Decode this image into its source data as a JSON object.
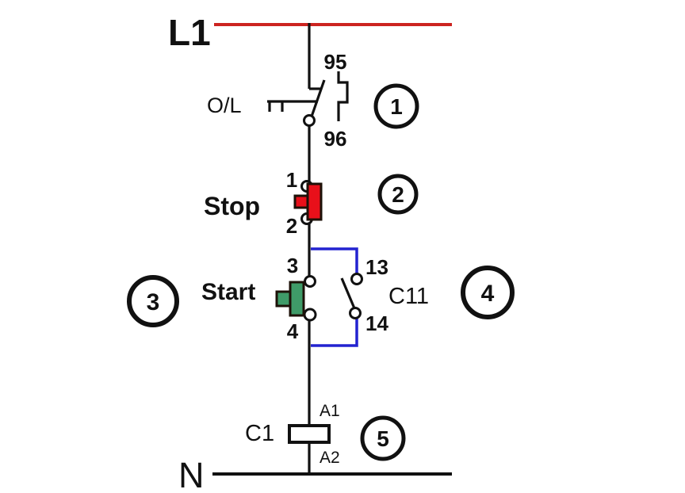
{
  "rails": {
    "top": "L1",
    "bottom": "N"
  },
  "overload": {
    "label": "O/L",
    "terminal_top": "95",
    "terminal_bottom": "96"
  },
  "stop_button": {
    "label": "Stop",
    "terminal_top": "1",
    "terminal_bottom": "2"
  },
  "start_button": {
    "label": "Start",
    "terminal_top": "3",
    "terminal_bottom": "4"
  },
  "seal_in_contact": {
    "label": "C11",
    "terminal_top": "13",
    "terminal_bottom": "14"
  },
  "coil": {
    "label": "C1",
    "terminal_top": "A1",
    "terminal_bottom": "A2"
  },
  "callouts": [
    "1",
    "2",
    "3",
    "4",
    "5"
  ],
  "colors": {
    "rail_red": "#cc2420",
    "stop_text_red": "#e41e24",
    "stop_button_red": "#e8101a",
    "start_text_green": "#35945e",
    "start_button_green": "#3f9b68",
    "branch_blue": "#2323d0",
    "wire_black": "#111111"
  }
}
